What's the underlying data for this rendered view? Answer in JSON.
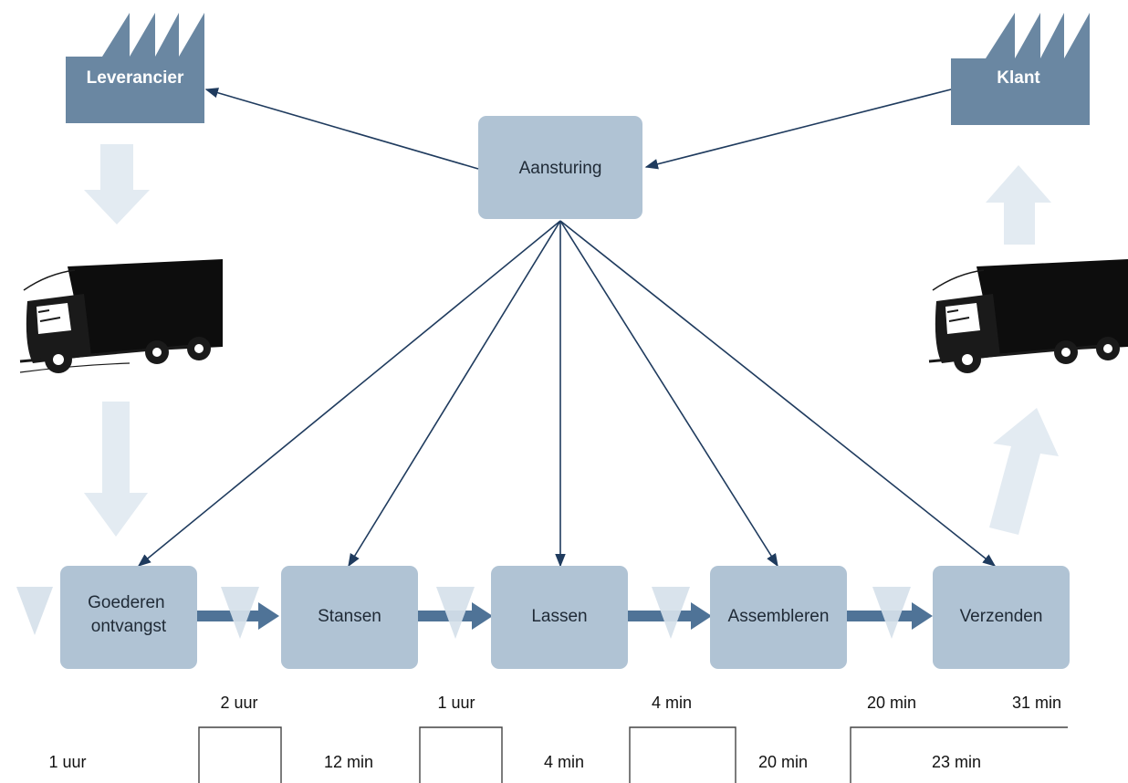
{
  "supplier": {
    "label": "Leverancier"
  },
  "customer": {
    "label": "Klant"
  },
  "control": {
    "label": "Aansturing"
  },
  "processes": [
    {
      "label_lines": [
        "Goederen",
        "ontvangst"
      ]
    },
    {
      "label_lines": [
        "Stansen"
      ]
    },
    {
      "label_lines": [
        "Lassen"
      ]
    },
    {
      "label_lines": [
        "Assembleren"
      ]
    },
    {
      "label_lines": [
        "Verzenden"
      ]
    }
  ],
  "wait_times": [
    "2 uur",
    "1 uur",
    "4 min",
    "20 min",
    "31 min"
  ],
  "timeline": {
    "initial": "1 uur",
    "process_times": [
      "12 min",
      "4 min",
      "20 min",
      "23 min"
    ]
  },
  "colors": {
    "factory": "#6a87a2",
    "process_box": "#b0c3d4",
    "info_arrow": "#1f3b5e",
    "material_arrow": "#4f7397",
    "light_arrow": "#e3ebf2",
    "inventory": "#d6e1ea"
  },
  "icons": {
    "truck": "truck-icon",
    "factory": "factory-icon",
    "inventory": "inventory-triangle-icon"
  }
}
